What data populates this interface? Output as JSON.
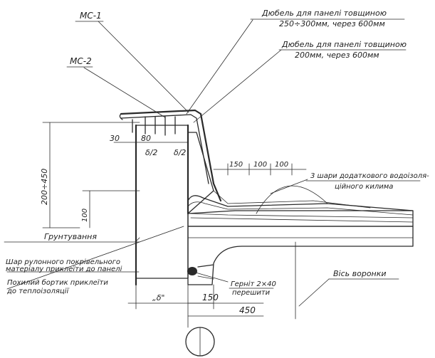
{
  "marks": {
    "ms1": "МС-1",
    "ms2": "МС-2"
  },
  "notes": {
    "dowel_thick_line1": "Дюбель для панелі товщиною",
    "dowel_thick_line2": "250÷300мм, через 600мм",
    "dowel_thin_line1": "Дюбель для панелі товщиною",
    "dowel_thin_line2": "200мм, через 600мм",
    "extra_layers_line1": "3 шари додаткового водоізоля-",
    "extra_layers_line2": "ційного килима",
    "primer": "Грунтування",
    "glue_layer_line1": "Шар рулонного покрівельного",
    "glue_layer_line2": "матеріалу приклеїти до панелі",
    "slope_curb_line1": "Похилий бортик приклеїти",
    "slope_curb_line2": "до теплоізоляції",
    "gernit_line1": "Герніт 2×40",
    "gernit_line2": "перешити",
    "funnel_axis": "Вісь воронки"
  },
  "dims": {
    "d30": "30",
    "d80": "80",
    "delta_half_1": "δ/2",
    "delta_half_2": "δ/2",
    "d150_top": "150",
    "d100_a": "100",
    "d100_b": "100",
    "height_range": "200÷450",
    "d100_vert": "100",
    "delta": "„δ\"",
    "d150_bottom": "150",
    "d450": "450"
  }
}
